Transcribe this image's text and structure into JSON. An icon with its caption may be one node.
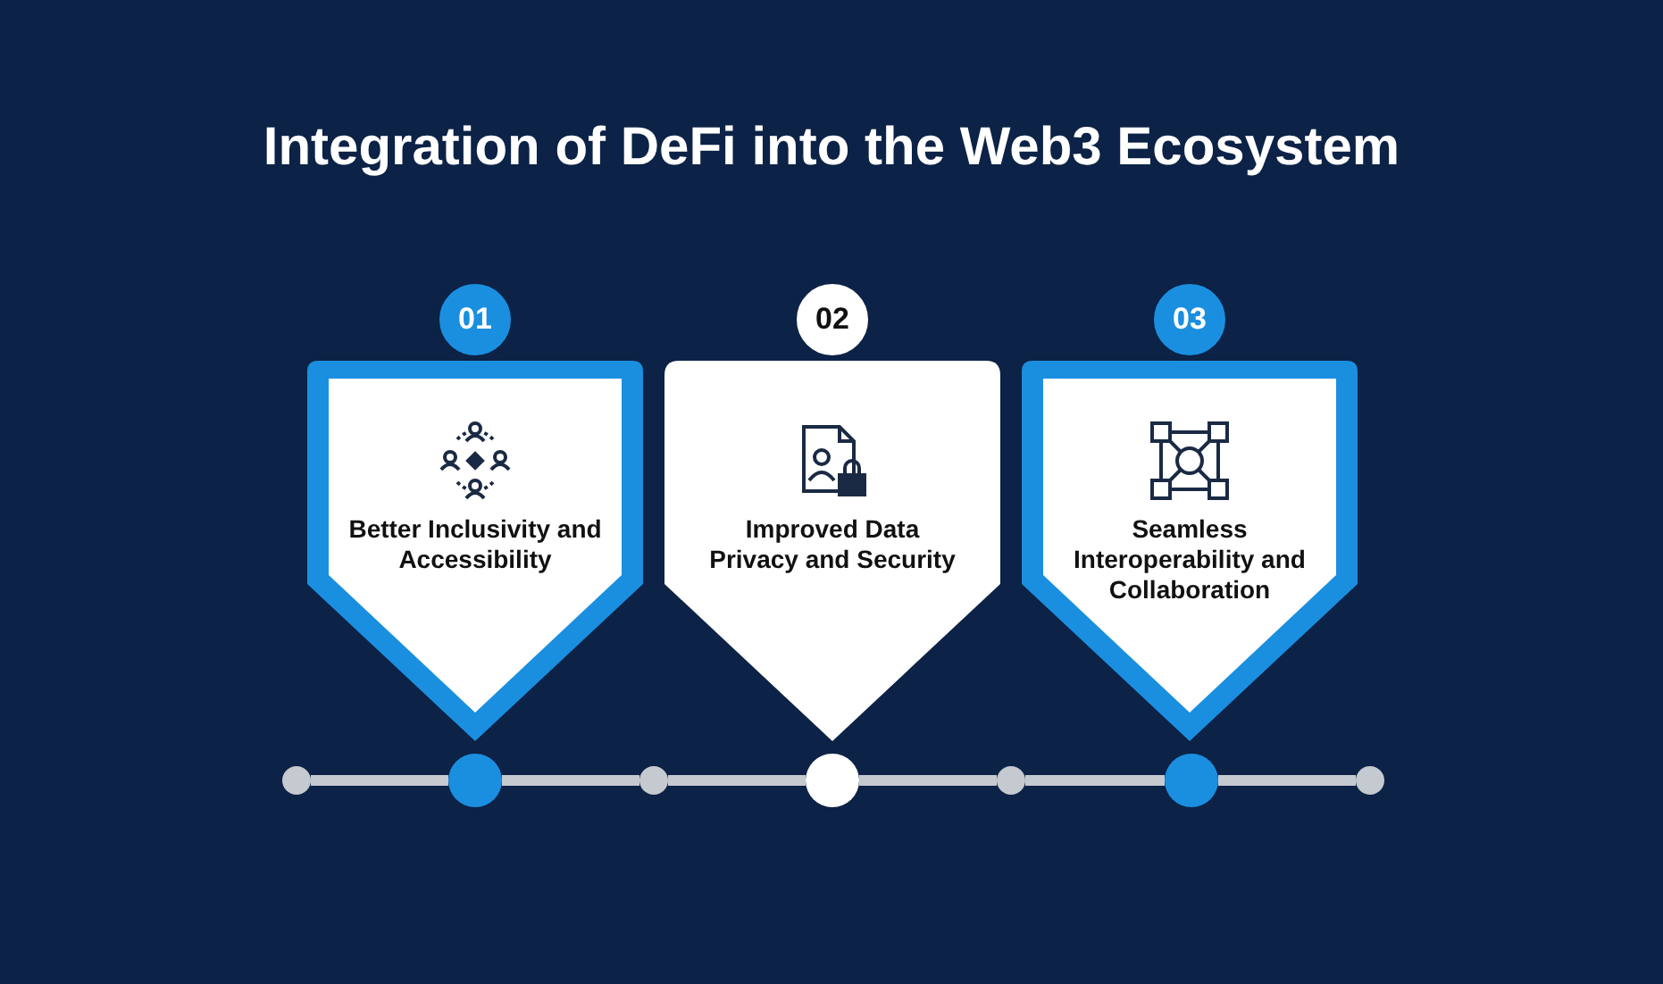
{
  "diagram": {
    "title": "Integration of DeFi into the Web3 Ecosystem",
    "nodes": [
      {
        "text": [
          "01",
          "Better Inclusivity and Accessibility"
        ]
      },
      {
        "text": [
          "02",
          "Improved Data Privacy and Security"
        ]
      },
      {
        "text": [
          "03",
          "Seamless Interoperability and Collaboration"
        ]
      },
      {
        "text": [],
        "shape": "circle"
      },
      {
        "text": [],
        "shape": "circle"
      },
      {
        "text": [],
        "shape": "circle"
      },
      {
        "text": [],
        "shape": "circle"
      },
      {
        "text": [],
        "shape": "circle"
      },
      {
        "text": [],
        "shape": "circle"
      },
      {
        "text": [],
        "shape": "circle"
      }
    ],
    "edges": [
      {
        "from": 3,
        "to": 4,
        "arrow": "none"
      },
      {
        "from": 4,
        "to": 5,
        "arrow": "none"
      },
      {
        "from": 5,
        "to": 6,
        "arrow": "none"
      },
      {
        "from": 6,
        "to": 7,
        "arrow": "none"
      },
      {
        "from": 7,
        "to": 8,
        "arrow": "none"
      },
      {
        "from": 8,
        "to": 9,
        "arrow": "none"
      }
    ]
  }
}
